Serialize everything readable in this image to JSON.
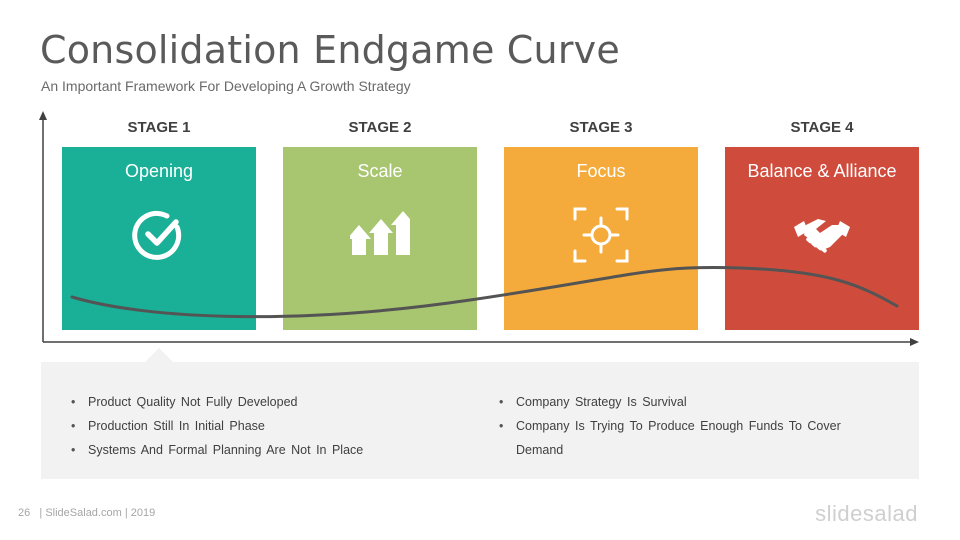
{
  "header": {
    "title": "Consolidation Endgame Curve",
    "subtitle": "An Important Framework For Developing A Growth Strategy"
  },
  "stages": [
    {
      "label": "STAGE 1",
      "name": "Opening",
      "color": "#1aaf97",
      "icon": "check-circle-icon"
    },
    {
      "label": "STAGE 2",
      "name": "Scale",
      "color": "#a8c56f",
      "icon": "growth-arrows-icon"
    },
    {
      "label": "STAGE 3",
      "name": "Focus",
      "color": "#f4ab3b",
      "icon": "target-icon"
    },
    {
      "label": "STAGE 4",
      "name": "Balance & Alliance",
      "color": "#cf4c3d",
      "icon": "handshake-icon"
    }
  ],
  "details": {
    "left": [
      "Product Quality Not Fully Developed",
      "Production Still In Initial Phase",
      "Systems And Formal Planning Are Not In Place"
    ],
    "right": [
      "Company Strategy Is Survival",
      "Company Is Trying To Produce Enough Funds To Cover Demand"
    ]
  },
  "footer": {
    "page_number": "26",
    "credit": "| SlideSalad.com | 2019",
    "brand": "slidesalad"
  }
}
